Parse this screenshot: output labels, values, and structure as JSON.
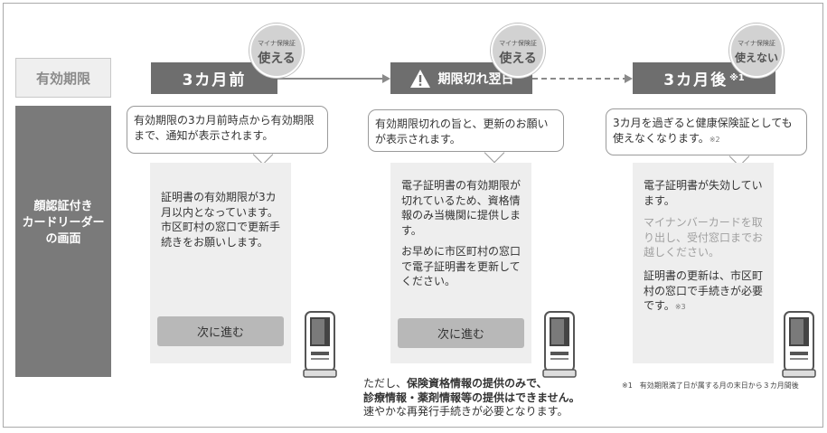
{
  "row_labels": {
    "validity": "有効期限",
    "reader_line1": "顔認証付き",
    "reader_line2": "カードリーダー",
    "reader_line3": "の画面"
  },
  "columns": [
    {
      "header": "3カ月前",
      "badge_small": "マイナ保険証",
      "badge_large": "使える",
      "bubble": "有効期限の3カ月前時点から有効期限まで、通知が表示されます。",
      "screen_text": "証明書の有効期限が3カ月以内となっています。市区町村の窓口で更新手続きをお願いします。",
      "button": "次に進む"
    },
    {
      "header": "期限切れ翌日",
      "header_icon": "warning-triangle-icon",
      "badge_small": "マイナ保険証",
      "badge_large": "使える",
      "bubble": "有効期限切れの旨と、更新のお願いが表示されます。",
      "screen_text_1": "電子証明書の有効期限が切れているため、資格情報のみ当機関に提供します。",
      "screen_text_2": "お早めに市区町村の窓口で電子証明書を更新してください。",
      "button": "次に進む"
    },
    {
      "header": "3カ月後",
      "header_note": "※1",
      "badge_small": "マイナ保険証",
      "badge_large": "使えない",
      "bubble": "3カ月を過ぎると健康保険証としても使えなくなります。",
      "bubble_note": "※2",
      "screen_text_1": "電子証明書が失効しています。",
      "screen_text_gray": "マイナンバーカードを取り出し、受付窓口までお越しください。",
      "screen_text_3": "証明書の更新は、市区町村の窓口で手続きが必要です。",
      "screen_note": "※3"
    }
  ],
  "bottom_note": {
    "line1_prefix": "ただし、",
    "line1_bold": "保険資格情報の提供のみで、",
    "line2_bold": "診療情報・薬剤情報等の提供はできません。",
    "line3": "速やかな再発行手続きが必要となります。"
  },
  "footnote": "※1　有効期限満了日が属する月の末日から３カ月間後",
  "colors": {
    "header_bg": "#6e6e6e",
    "row_label_bg": "#7a7a7a",
    "screen_bg": "#eeeeee",
    "button_bg": "#b8b8b8",
    "badge_bg": "#d2d2d2"
  },
  "icons": [
    "warning-triangle-icon",
    "card-reader-device-icon",
    "arrow-right-icon",
    "dashed-arrow-right-icon"
  ]
}
